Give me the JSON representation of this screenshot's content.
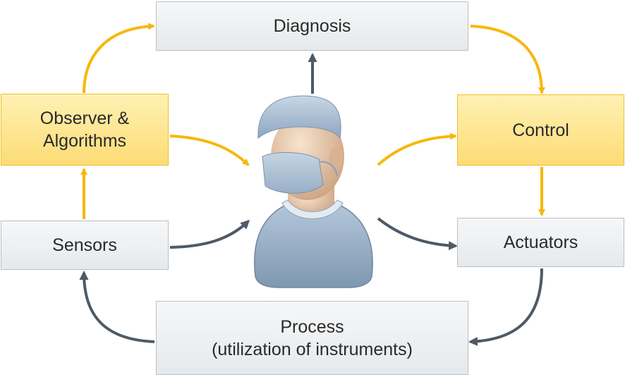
{
  "nodes": {
    "diagnosis": {
      "label": "Diagnosis"
    },
    "observer": {
      "line1": "Observer &",
      "line2": "Algorithms"
    },
    "control": {
      "label": "Control"
    },
    "sensors": {
      "label": "Sensors"
    },
    "actuators": {
      "label": "Actuators"
    },
    "process": {
      "line1": "Process",
      "line2": "(utilization of instruments)"
    }
  },
  "colors": {
    "yellow_arrow": "#f6b80f",
    "dark_arrow": "#4e5a66",
    "yellow_fill": "#fcdc75",
    "gray_fill": "#eceef0"
  },
  "center_icon": "surgeon-icon"
}
